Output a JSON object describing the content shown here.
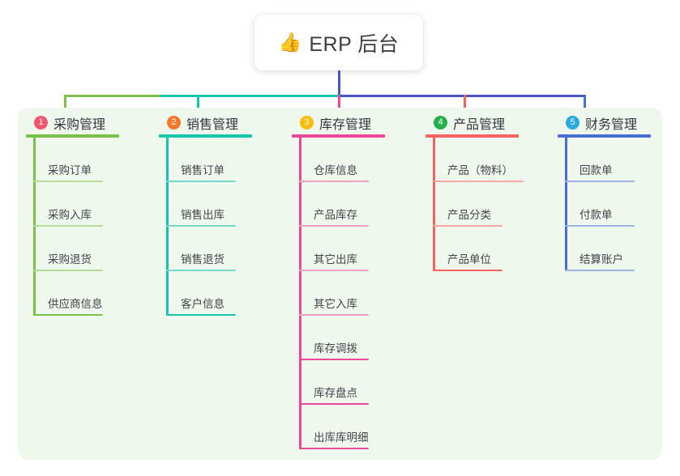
{
  "root": {
    "icon": "thumbs-up-icon",
    "emoji": "👍",
    "title": "ERP 后台"
  },
  "theme": {
    "page_background": "#ffffff",
    "panel_background": "#eff8ec",
    "root_card_background": "#ffffff",
    "root_connector_color": "#4a55c4",
    "bus_segment_1_color": "#7cc04b",
    "bus_segment_2_color": "#0fbfa4",
    "bus_segment_3_color": "#4a55c4"
  },
  "columns": [
    {
      "index": "1",
      "title": "采购管理",
      "badge_color": "#f5566e",
      "accent": "#7cc04b",
      "accent_light": "#b7dc95",
      "items": [
        "采购订单",
        "采购入库",
        "采购退货",
        "供应商信息"
      ]
    },
    {
      "index": "2",
      "title": "销售管理",
      "badge_color": "#f5792b",
      "accent": "#16c6ac",
      "accent_light": "#79d9cd",
      "items": [
        "销售订单",
        "销售出库",
        "销售退货",
        "客户信息"
      ]
    },
    {
      "index": "3",
      "title": "库存管理",
      "badge_color": "#fbbc05",
      "accent": "#ec4899",
      "accent_light": "#f0a0c4",
      "items": [
        "仓库信息",
        "产品库存",
        "其它出库",
        "其它入库",
        "库存调拨",
        "库存盘点",
        "出库库明细"
      ]
    },
    {
      "index": "4",
      "title": "产品管理",
      "badge_color": "#22b14c",
      "accent": "#f4635f",
      "accent_light": "#f6a8a1",
      "items": [
        "产品（物料）",
        "产品分类",
        "产品单位"
      ]
    },
    {
      "index": "5",
      "title": "财务管理",
      "badge_color": "#29abe2",
      "accent": "#4a6fd4",
      "accent_light": "#9db3e6",
      "items": [
        "回款单",
        "付款单",
        "结算账户"
      ]
    }
  ]
}
